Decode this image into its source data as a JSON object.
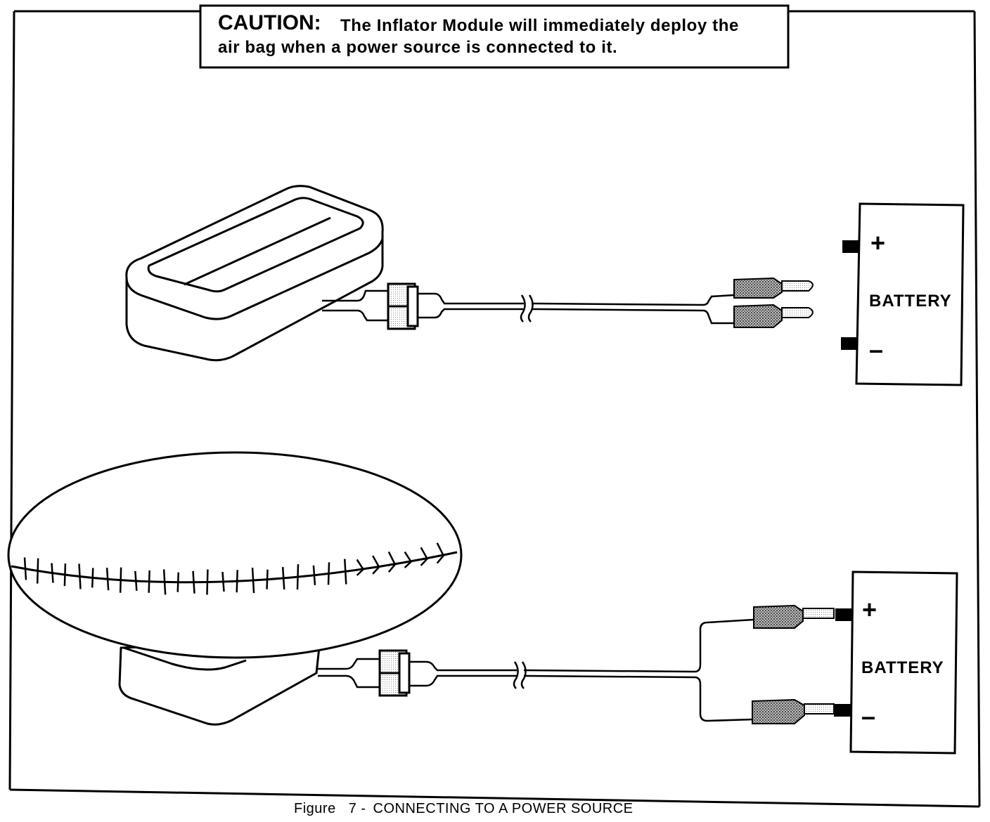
{
  "caution": {
    "label": "CAUTION:",
    "text_line1": "The Inflator Module will immediately deploy the",
    "text_line2": "air bag when a power source is connected to it."
  },
  "top_assembly": {
    "battery_label": "BATTERY",
    "positive_symbol": "+",
    "negative_symbol": "–"
  },
  "bottom_assembly": {
    "battery_label": "BATTERY",
    "positive_symbol": "+",
    "negative_symbol": "–"
  },
  "caption": {
    "prefix": "Figure",
    "number": "7 -",
    "title": "CONNECTING TO A POWER SOURCE"
  }
}
